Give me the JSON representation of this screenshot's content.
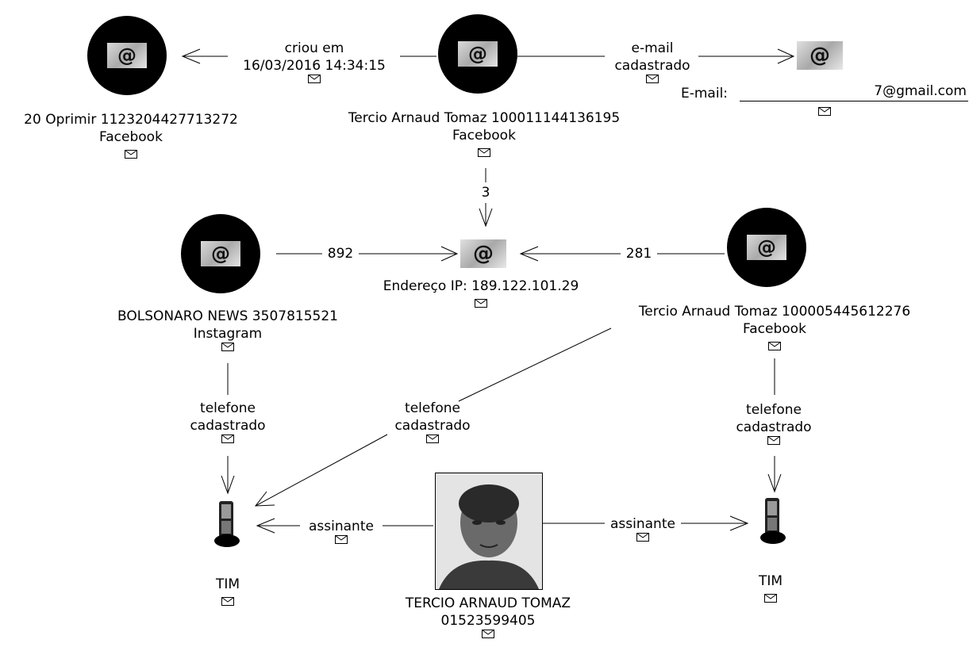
{
  "nodes": {
    "oprimir": {
      "line1": "20 Oprimir 1123204427713272",
      "line2": "Facebook"
    },
    "tercio_main": {
      "line1": "Tercio Arnaud Tomaz 100011144136195",
      "line2": "Facebook"
    },
    "email": {
      "label": "E-mail:",
      "value": "7@gmail.com"
    },
    "bolsonaro": {
      "line1": "BOLSONARO NEWS 3507815521",
      "line2": "Instagram"
    },
    "ip": {
      "label": "Endereço IP: 189.122.101.29"
    },
    "tercio_second": {
      "line1": "Tercio Arnaud Tomaz 100005445612276",
      "line2": "Facebook"
    },
    "tim_left": {
      "label": "TIM"
    },
    "tim_right": {
      "label": "TIM"
    },
    "person": {
      "line1": "TERCIO ARNAUD TOMAZ",
      "line2": "01523599405"
    }
  },
  "edges": {
    "criou": {
      "line1": "criou em",
      "line2": "16/03/2016 14:34:15"
    },
    "email_cad": {
      "line1": "e-mail",
      "line2": "cadastrado"
    },
    "three": {
      "label": "3"
    },
    "e892": {
      "label": "892"
    },
    "e281": {
      "label": "281"
    },
    "tel_left": {
      "line1": "telefone",
      "line2": "cadastrado"
    },
    "tel_mid": {
      "line1": "telefone",
      "line2": "cadastrado"
    },
    "tel_right": {
      "line1": "telefone",
      "line2": "cadastrado"
    },
    "assin_left": {
      "label": "assinante"
    },
    "assin_right": {
      "label": "assinante"
    }
  },
  "icons": {
    "at": "@"
  }
}
